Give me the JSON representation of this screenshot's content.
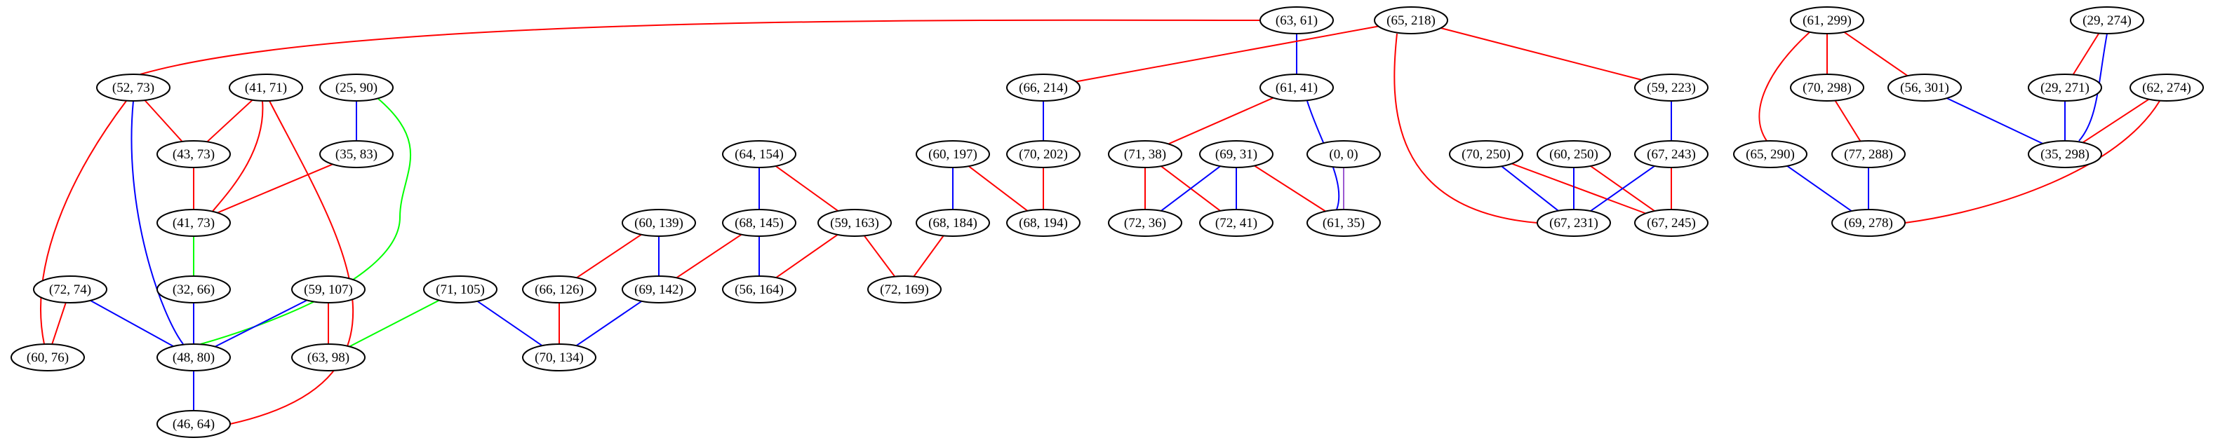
{
  "colors": {
    "red": "#ff0000",
    "blue": "#0000ff",
    "green": "#00ff00",
    "purple": "#9b59d0",
    "node_stroke": "#000000",
    "background": "#ffffff"
  },
  "nodes": [
    {
      "id": "n63_61",
      "label": "(63, 61)"
    },
    {
      "id": "n65_218",
      "label": "(65, 218)"
    },
    {
      "id": "n61_299",
      "label": "(61, 299)"
    },
    {
      "id": "n29_274",
      "label": "(29, 274)"
    },
    {
      "id": "n52_73",
      "label": "(52, 73)"
    },
    {
      "id": "n41_71",
      "label": "(41, 71)"
    },
    {
      "id": "n25_90",
      "label": "(25, 90)"
    },
    {
      "id": "n66_214",
      "label": "(66, 214)"
    },
    {
      "id": "n61_41",
      "label": "(61, 41)"
    },
    {
      "id": "n59_223",
      "label": "(59, 223)"
    },
    {
      "id": "n70_298",
      "label": "(70, 298)"
    },
    {
      "id": "n56_301",
      "label": "(56, 301)"
    },
    {
      "id": "n29_271",
      "label": "(29, 271)"
    },
    {
      "id": "n62_274",
      "label": "(62, 274)"
    },
    {
      "id": "n43_73",
      "label": "(43, 73)"
    },
    {
      "id": "n35_83",
      "label": "(35, 83)"
    },
    {
      "id": "n64_154",
      "label": "(64, 154)"
    },
    {
      "id": "n60_197",
      "label": "(60, 197)"
    },
    {
      "id": "n70_202",
      "label": "(70, 202)"
    },
    {
      "id": "n71_38",
      "label": "(71, 38)"
    },
    {
      "id": "n69_31",
      "label": "(69, 31)"
    },
    {
      "id": "n0_0",
      "label": "(0, 0)"
    },
    {
      "id": "n70_250",
      "label": "(70, 250)"
    },
    {
      "id": "n60_250",
      "label": "(60, 250)"
    },
    {
      "id": "n67_243",
      "label": "(67, 243)"
    },
    {
      "id": "n65_290",
      "label": "(65, 290)"
    },
    {
      "id": "n77_288",
      "label": "(77, 288)"
    },
    {
      "id": "n35_298",
      "label": "(35, 298)"
    },
    {
      "id": "n41_73",
      "label": "(41, 73)"
    },
    {
      "id": "n60_139",
      "label": "(60, 139)"
    },
    {
      "id": "n68_145",
      "label": "(68, 145)"
    },
    {
      "id": "n59_163",
      "label": "(59, 163)"
    },
    {
      "id": "n68_184",
      "label": "(68, 184)"
    },
    {
      "id": "n68_194",
      "label": "(68, 194)"
    },
    {
      "id": "n72_36",
      "label": "(72, 36)"
    },
    {
      "id": "n72_41",
      "label": "(72, 41)"
    },
    {
      "id": "n61_35",
      "label": "(61, 35)"
    },
    {
      "id": "n67_231",
      "label": "(67, 231)"
    },
    {
      "id": "n67_245",
      "label": "(67, 245)"
    },
    {
      "id": "n69_278",
      "label": "(69, 278)"
    },
    {
      "id": "n72_74",
      "label": "(72, 74)"
    },
    {
      "id": "n32_66",
      "label": "(32, 66)"
    },
    {
      "id": "n59_107",
      "label": "(59, 107)"
    },
    {
      "id": "n71_105",
      "label": "(71, 105)"
    },
    {
      "id": "n66_126",
      "label": "(66, 126)"
    },
    {
      "id": "n69_142",
      "label": "(69, 142)"
    },
    {
      "id": "n56_164",
      "label": "(56, 164)"
    },
    {
      "id": "n72_169",
      "label": "(72, 169)"
    },
    {
      "id": "n60_76",
      "label": "(60, 76)"
    },
    {
      "id": "n48_80",
      "label": "(48, 80)"
    },
    {
      "id": "n63_98",
      "label": "(63, 98)"
    },
    {
      "id": "n70_134",
      "label": "(70, 134)"
    },
    {
      "id": "n46_64",
      "label": "(46, 64)"
    }
  ],
  "edges": [
    {
      "from": "n63_61",
      "to": "n52_73",
      "color": "red"
    },
    {
      "from": "n63_61",
      "to": "n61_41",
      "color": "blue"
    },
    {
      "from": "n65_218",
      "to": "n66_214",
      "color": "red"
    },
    {
      "from": "n65_218",
      "to": "n59_223",
      "color": "red"
    },
    {
      "from": "n65_218",
      "to": "n67_231",
      "color": "red"
    },
    {
      "from": "n61_299",
      "to": "n70_298",
      "color": "red"
    },
    {
      "from": "n61_299",
      "to": "n56_301",
      "color": "red"
    },
    {
      "from": "n61_299",
      "to": "n65_290",
      "color": "red"
    },
    {
      "from": "n29_274",
      "to": "n29_271",
      "color": "red"
    },
    {
      "from": "n29_274",
      "to": "n35_298",
      "color": "blue"
    },
    {
      "from": "n52_73",
      "to": "n43_73",
      "color": "red"
    },
    {
      "from": "n52_73",
      "to": "n60_76",
      "color": "red"
    },
    {
      "from": "n52_73",
      "to": "n48_80",
      "color": "blue"
    },
    {
      "from": "n41_71",
      "to": "n43_73",
      "color": "red"
    },
    {
      "from": "n41_71",
      "to": "n41_73",
      "color": "red"
    },
    {
      "from": "n41_71",
      "to": "n46_64",
      "color": "red"
    },
    {
      "from": "n25_90",
      "to": "n35_83",
      "color": "blue"
    },
    {
      "from": "n25_90",
      "to": "n48_80",
      "color": "green"
    },
    {
      "from": "n66_214",
      "to": "n70_202",
      "color": "blue"
    },
    {
      "from": "n61_41",
      "to": "n71_38",
      "color": "red"
    },
    {
      "from": "n61_41",
      "to": "n61_35",
      "color": "blue"
    },
    {
      "from": "n59_223",
      "to": "n67_243",
      "color": "blue"
    },
    {
      "from": "n70_298",
      "to": "n77_288",
      "color": "red"
    },
    {
      "from": "n56_301",
      "to": "n35_298",
      "color": "blue"
    },
    {
      "from": "n29_271",
      "to": "n35_298",
      "color": "blue"
    },
    {
      "from": "n62_274",
      "to": "n35_298",
      "color": "red"
    },
    {
      "from": "n62_274",
      "to": "n69_278",
      "color": "red"
    },
    {
      "from": "n43_73",
      "to": "n41_73",
      "color": "red"
    },
    {
      "from": "n35_83",
      "to": "n41_73",
      "color": "red"
    },
    {
      "from": "n64_154",
      "to": "n68_145",
      "color": "blue"
    },
    {
      "from": "n64_154",
      "to": "n59_163",
      "color": "red"
    },
    {
      "from": "n60_197",
      "to": "n68_184",
      "color": "blue"
    },
    {
      "from": "n60_197",
      "to": "n68_194",
      "color": "red"
    },
    {
      "from": "n70_202",
      "to": "n68_194",
      "color": "red"
    },
    {
      "from": "n71_38",
      "to": "n72_36",
      "color": "red"
    },
    {
      "from": "n71_38",
      "to": "n72_41",
      "color": "red"
    },
    {
      "from": "n69_31",
      "to": "n72_36",
      "color": "blue"
    },
    {
      "from": "n69_31",
      "to": "n72_41",
      "color": "blue"
    },
    {
      "from": "n69_31",
      "to": "n61_35",
      "color": "red"
    },
    {
      "from": "n0_0",
      "to": "n61_35",
      "color": "purple"
    },
    {
      "from": "n70_250",
      "to": "n67_231",
      "color": "blue"
    },
    {
      "from": "n70_250",
      "to": "n67_245",
      "color": "red"
    },
    {
      "from": "n60_250",
      "to": "n67_231",
      "color": "blue"
    },
    {
      "from": "n60_250",
      "to": "n67_245",
      "color": "red"
    },
    {
      "from": "n67_243",
      "to": "n67_231",
      "color": "blue"
    },
    {
      "from": "n67_243",
      "to": "n67_245",
      "color": "red"
    },
    {
      "from": "n65_290",
      "to": "n69_278",
      "color": "blue"
    },
    {
      "from": "n77_288",
      "to": "n69_278",
      "color": "blue"
    },
    {
      "from": "n41_73",
      "to": "n32_66",
      "color": "green"
    },
    {
      "from": "n32_66",
      "to": "n48_80",
      "color": "blue"
    },
    {
      "from": "n60_139",
      "to": "n66_126",
      "color": "red"
    },
    {
      "from": "n60_139",
      "to": "n69_142",
      "color": "blue"
    },
    {
      "from": "n68_145",
      "to": "n69_142",
      "color": "red"
    },
    {
      "from": "n68_145",
      "to": "n56_164",
      "color": "blue"
    },
    {
      "from": "n59_163",
      "to": "n56_164",
      "color": "red"
    },
    {
      "from": "n59_163",
      "to": "n72_169",
      "color": "red"
    },
    {
      "from": "n68_184",
      "to": "n72_169",
      "color": "red"
    },
    {
      "from": "n72_74",
      "to": "n60_76",
      "color": "red"
    },
    {
      "from": "n72_74",
      "to": "n48_80",
      "color": "blue"
    },
    {
      "from": "n59_107",
      "to": "n48_80",
      "color": "blue"
    },
    {
      "from": "n59_107",
      "to": "n63_98",
      "color": "red"
    },
    {
      "from": "n71_105",
      "to": "n63_98",
      "color": "green"
    },
    {
      "from": "n71_105",
      "to": "n70_134",
      "color": "blue"
    },
    {
      "from": "n66_126",
      "to": "n70_134",
      "color": "red"
    },
    {
      "from": "n69_142",
      "to": "n70_134",
      "color": "blue"
    },
    {
      "from": "n48_80",
      "to": "n46_64",
      "color": "blue"
    }
  ]
}
